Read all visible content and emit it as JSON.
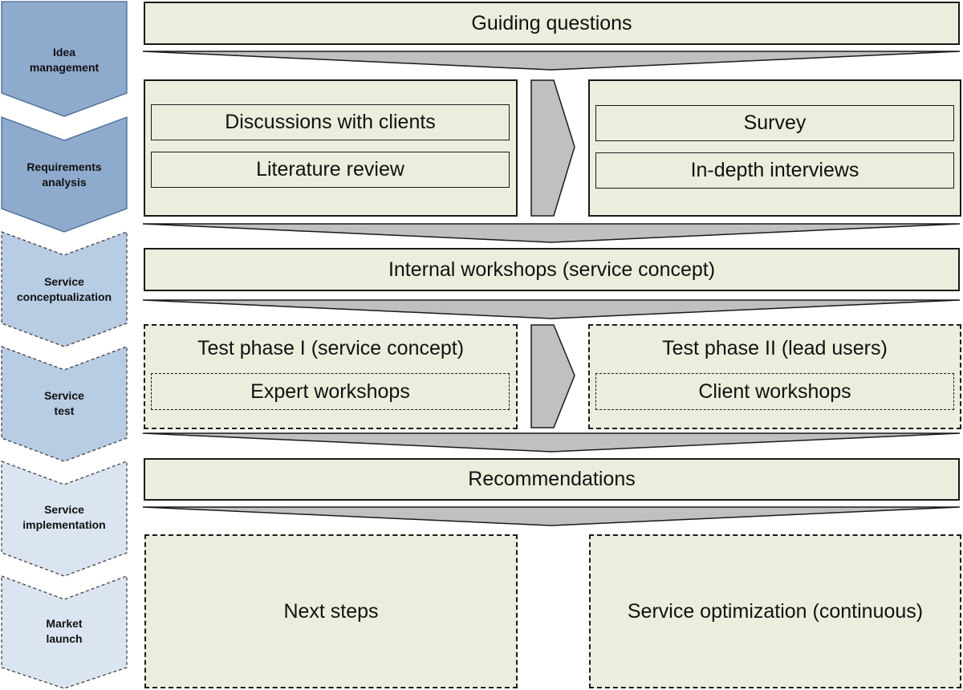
{
  "stages": [
    {
      "label": "Idea\nmanagement",
      "fill": "#8eaacd",
      "border": "solid"
    },
    {
      "label": "Requirements\nanalysis",
      "fill": "#8eaacd",
      "border": "solid"
    },
    {
      "label": "Service\nconceptualization",
      "fill": "#b8cce4",
      "border": "dashed"
    },
    {
      "label": "Service\ntest",
      "fill": "#b8cce4",
      "border": "dashed"
    },
    {
      "label": "Service\nimplementation",
      "fill": "#dbe5f1",
      "border": "dashed"
    },
    {
      "label": "Market\nlaunch",
      "fill": "#dbe5f1",
      "border": "dashed"
    }
  ],
  "boxes": {
    "guiding": "Guiding questions",
    "discussions": "Discussions with clients",
    "literature": "Literature review",
    "survey": "Survey",
    "interviews": "In-depth interviews",
    "internal": "Internal workshops (service concept)",
    "test1": "Test phase I (service concept)",
    "expert": "Expert workshops",
    "test2": "Test phase II (lead users)",
    "client": "Client workshops",
    "recommendations": "Recommendations",
    "next_steps": "Next steps",
    "optimization": "Service optimization (continuous)"
  },
  "colors": {
    "box_fill": "#eceedd",
    "arrow_fill": "#c0c0c0",
    "stroke": "#1a1a1a"
  }
}
